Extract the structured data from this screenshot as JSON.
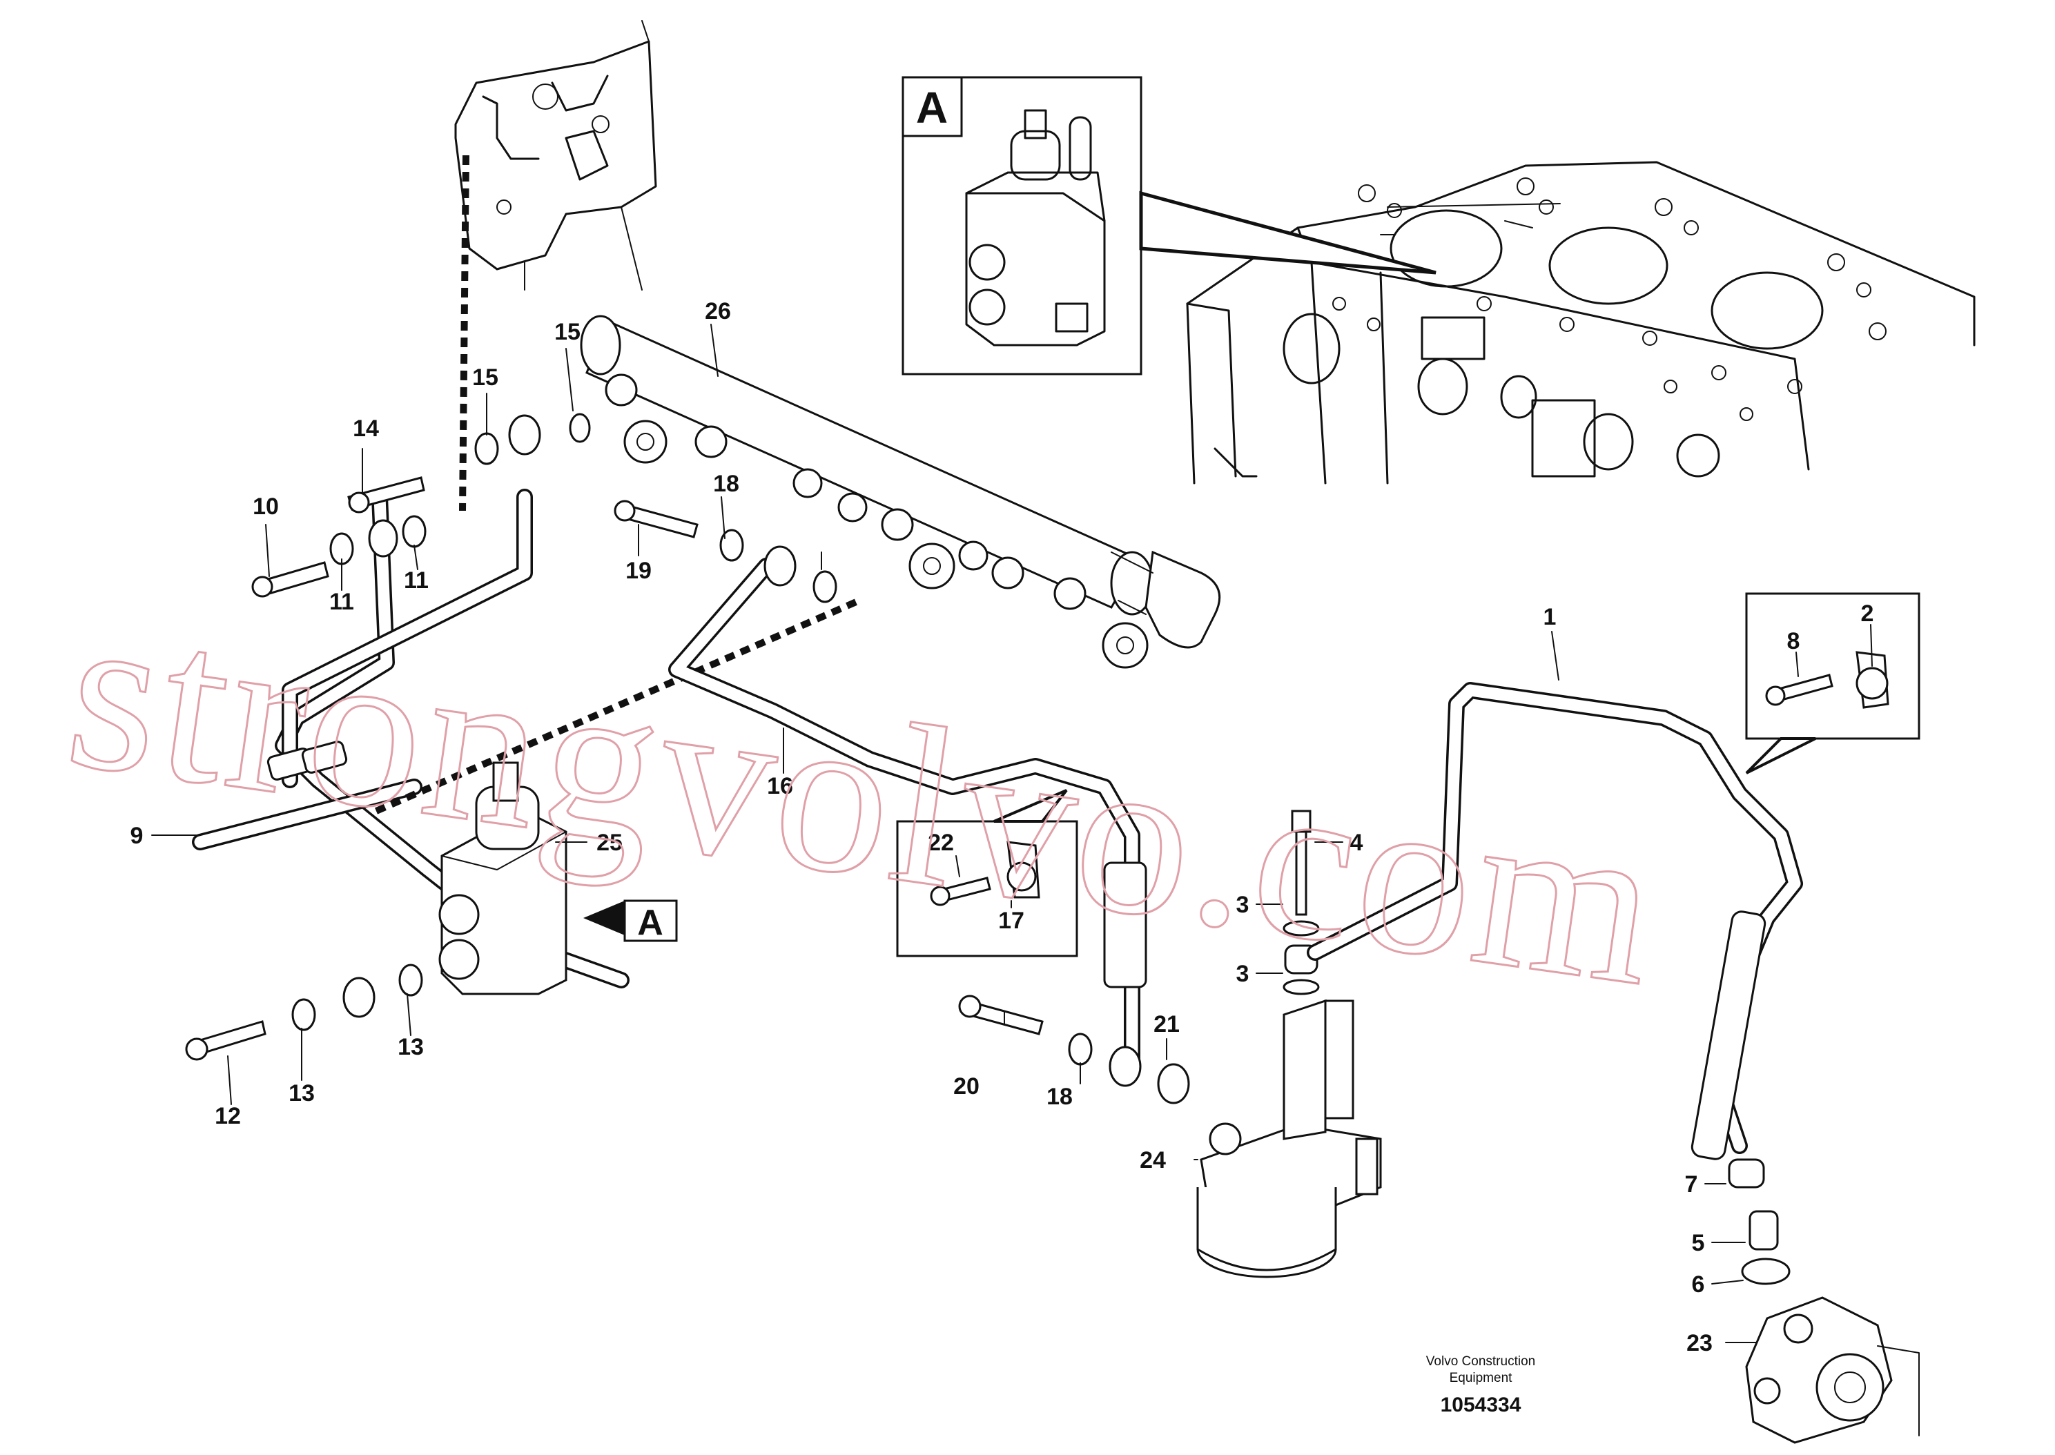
{
  "diagram": {
    "callouts": [
      "1",
      "2",
      "3",
      "3",
      "4",
      "5",
      "6",
      "7",
      "8",
      "9",
      "10",
      "11",
      "11",
      "12",
      "13",
      "13",
      "14",
      "15",
      "15",
      "16",
      "17",
      "18",
      "18",
      "19",
      "20",
      "21",
      "22",
      "23",
      "24",
      "25",
      "26"
    ],
    "detail_label": "A",
    "view_marker_label": "A"
  },
  "footer": {
    "company_line1": "Volvo Construction",
    "company_line2": "Equipment",
    "drawing_number": "1054334"
  },
  "watermark": {
    "text": "strongvolvo.com",
    "color": "#e0a0a8"
  }
}
